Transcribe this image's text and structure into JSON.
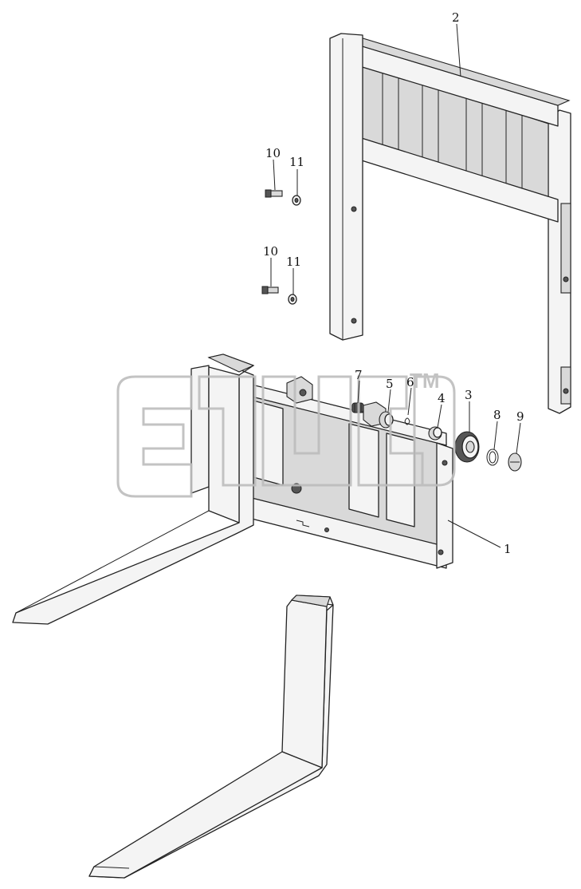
{
  "callouts": [
    {
      "id": "c1",
      "label": "1"
    },
    {
      "id": "c2",
      "label": "2"
    },
    {
      "id": "c3",
      "label": "3"
    },
    {
      "id": "c4",
      "label": "4"
    },
    {
      "id": "c5",
      "label": "5"
    },
    {
      "id": "c6",
      "label": "6"
    },
    {
      "id": "c7",
      "label": "7"
    },
    {
      "id": "c8",
      "label": "8"
    },
    {
      "id": "c9",
      "label": "9"
    },
    {
      "id": "c10a",
      "label": "10"
    },
    {
      "id": "c11a",
      "label": "11"
    },
    {
      "id": "c10b",
      "label": "10"
    },
    {
      "id": "c11b",
      "label": "11"
    }
  ],
  "watermark": {
    "trademark": "TM"
  },
  "colors": {
    "line": "#222222",
    "watermark": "#bdbdbd"
  }
}
